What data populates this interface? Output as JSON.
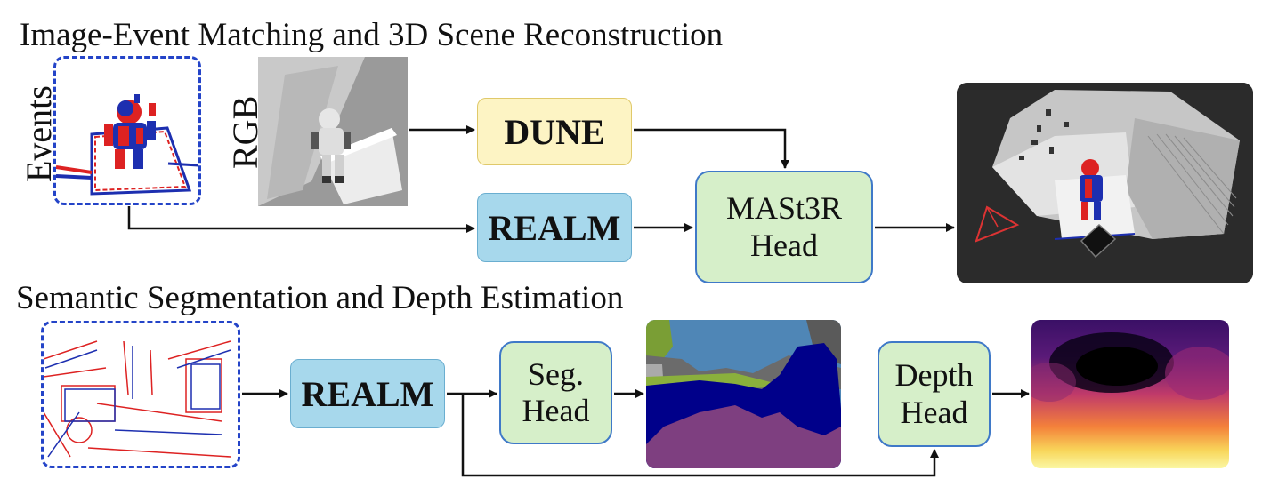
{
  "titles": {
    "top": "Image-Event Matching and 3D Scene Reconstruction",
    "bottom": "Semantic Segmentation and Depth Estimation"
  },
  "input_labels": {
    "events": "Events",
    "rgb": "RGB"
  },
  "blocks": {
    "dune": "DUNE",
    "realm_top": "REALM",
    "mast3r_line1": "MASt3R",
    "mast3r_line2": "Head",
    "realm_bottom": "REALM",
    "seg_line1": "Seg.",
    "seg_line2": "Head",
    "depth_line1": "Depth",
    "depth_line2": "Head"
  },
  "colors": {
    "dune_fill": "#fdf4c4",
    "realm_fill": "#a7d8ec",
    "head_fill": "#d6efc9",
    "head_border": "#3f79c8",
    "event_border": "#2444c8",
    "arrow": "#111111"
  }
}
